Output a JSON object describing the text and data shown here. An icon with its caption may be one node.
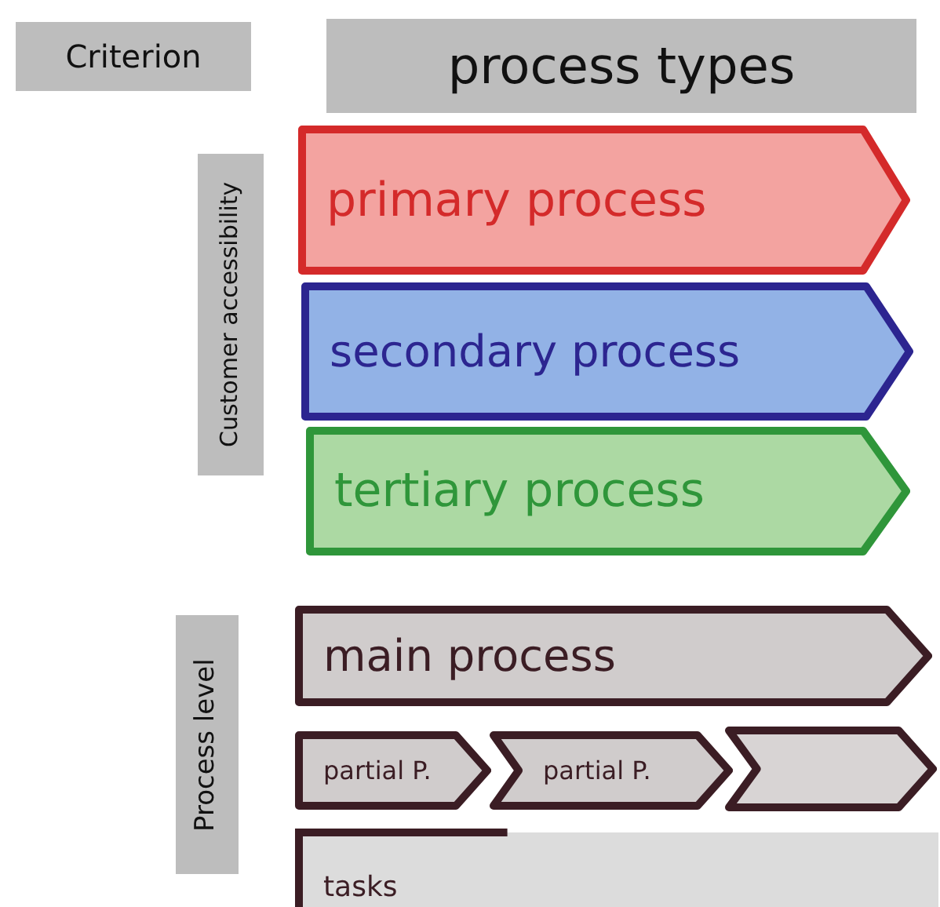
{
  "diagram": {
    "nodes": [
      {
        "text": [
          "Criterion"
        ]
      },
      {
        "text": [
          "process types"
        ]
      },
      {
        "text": [
          "Customer accessibility"
        ]
      },
      {
        "text": [
          "primary process"
        ]
      },
      {
        "text": [
          "secondary process"
        ]
      },
      {
        "text": [
          "tertiary process"
        ]
      },
      {
        "text": [
          "Process level"
        ]
      },
      {
        "text": [
          "main process"
        ]
      },
      {
        "text": [
          "partial P."
        ]
      },
      {
        "text": [
          "partial P."
        ]
      },
      {
        "text": [],
        "shape": "arrow"
      },
      {
        "text": [
          "tasks"
        ]
      }
    ]
  }
}
